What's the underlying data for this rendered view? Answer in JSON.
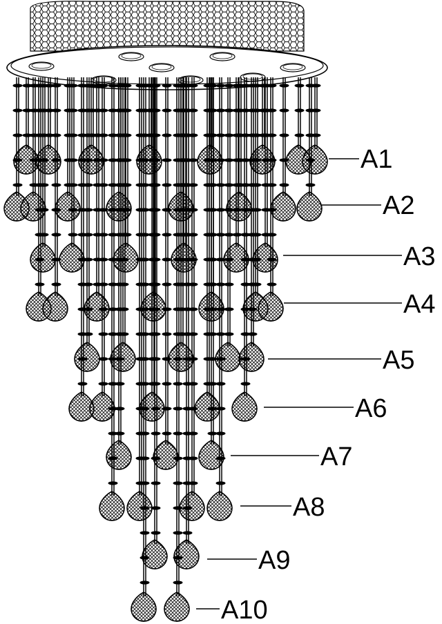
{
  "diagram": {
    "tiers": [
      {
        "label": "A1"
      },
      {
        "label": "A2"
      },
      {
        "label": "A3"
      },
      {
        "label": "A4"
      },
      {
        "label": "A5"
      },
      {
        "label": "A6"
      },
      {
        "label": "A7"
      },
      {
        "label": "A8"
      },
      {
        "label": "A9"
      },
      {
        "label": "A10"
      }
    ],
    "colors": {
      "line": "#000000",
      "background": "#ffffff",
      "mesh": "#000000"
    }
  }
}
